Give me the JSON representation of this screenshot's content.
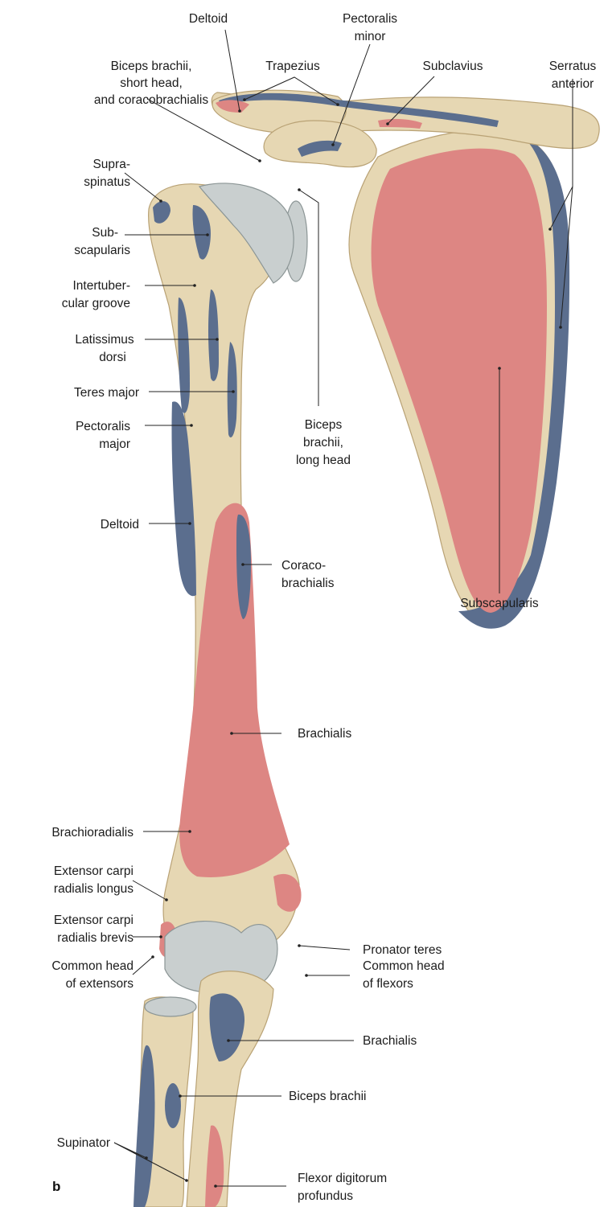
{
  "figure": {
    "panel_letter": "b",
    "labels": [
      {
        "id": "deltoid-top",
        "lines": [
          "Deltoid"
        ]
      },
      {
        "id": "pectoralis-minor",
        "lines": [
          "Pectoralis",
          "minor"
        ]
      },
      {
        "id": "trapezius",
        "lines": [
          "Trapezius"
        ]
      },
      {
        "id": "subclavius",
        "lines": [
          "Subclavius"
        ]
      },
      {
        "id": "serratus-anterior",
        "lines": [
          "Serratus",
          "anterior"
        ]
      },
      {
        "id": "biceps-short-head",
        "lines": [
          "Biceps brachii,",
          "short head,",
          "and coracobrachialis"
        ]
      },
      {
        "id": "supraspinatus",
        "lines": [
          "Supra-",
          "spinatus"
        ]
      },
      {
        "id": "subscapularis-left",
        "lines": [
          "Sub-",
          "scapularis"
        ]
      },
      {
        "id": "intertubercular-groove",
        "lines": [
          "Intertuber-",
          "cular groove"
        ]
      },
      {
        "id": "latissimus-dorsi",
        "lines": [
          "Latissimus",
          "dorsi"
        ]
      },
      {
        "id": "teres-major",
        "lines": [
          "Teres major"
        ]
      },
      {
        "id": "pectoralis-major",
        "lines": [
          "Pectoralis",
          "major"
        ]
      },
      {
        "id": "biceps-long-head",
        "lines": [
          "Biceps",
          "brachii,",
          "long head"
        ]
      },
      {
        "id": "deltoid-mid",
        "lines": [
          "Deltoid"
        ]
      },
      {
        "id": "coracobrachialis",
        "lines": [
          "Coraco-",
          "brachialis"
        ]
      },
      {
        "id": "subscapularis-right",
        "lines": [
          "Subscapularis"
        ]
      },
      {
        "id": "brachialis-upper",
        "lines": [
          "Brachialis"
        ]
      },
      {
        "id": "brachioradialis",
        "lines": [
          "Brachioradialis"
        ]
      },
      {
        "id": "ecr-longus",
        "lines": [
          "Extensor carpi",
          "radialis longus"
        ]
      },
      {
        "id": "ecr-brevis",
        "lines": [
          "Extensor carpi",
          "radialis brevis"
        ]
      },
      {
        "id": "pronator-teres",
        "lines": [
          "Pronator teres"
        ]
      },
      {
        "id": "common-head-extensors",
        "lines": [
          "Common head",
          "of extensors"
        ]
      },
      {
        "id": "common-head-flexors",
        "lines": [
          "Common head",
          "of flexors"
        ]
      },
      {
        "id": "brachialis-lower",
        "lines": [
          "Brachialis"
        ]
      },
      {
        "id": "biceps-brachii",
        "lines": [
          "Biceps brachii"
        ]
      },
      {
        "id": "supinator",
        "lines": [
          "Supinator"
        ]
      },
      {
        "id": "flexor-digitorum-profundus",
        "lines": [
          "Flexor digitorum",
          "profundus"
        ]
      }
    ]
  }
}
